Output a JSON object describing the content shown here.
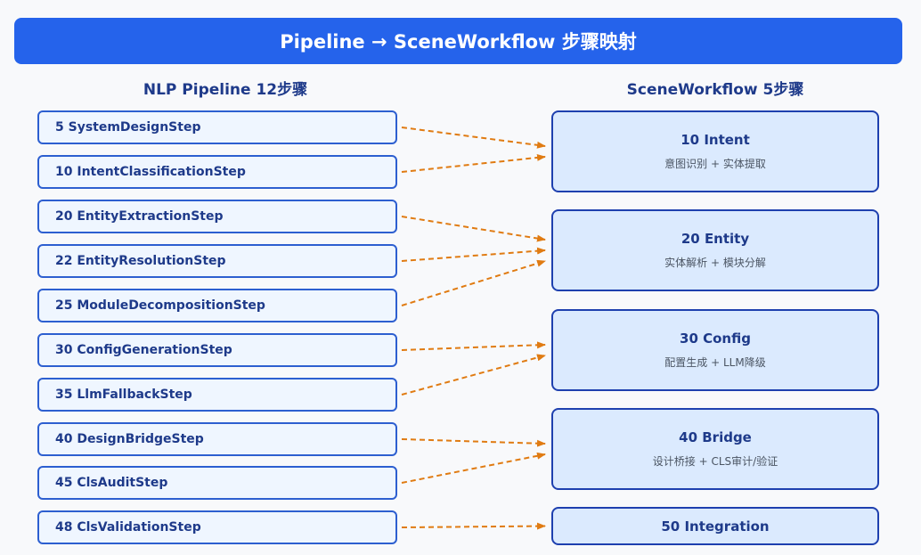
{
  "header": {
    "title": "Pipeline → SceneWorkflow 步骤映射"
  },
  "left_column": {
    "title": "NLP Pipeline 12步骤",
    "steps": [
      "5 SystemDesignStep",
      "10 IntentClassificationStep",
      "20 EntityExtractionStep",
      "22 EntityResolutionStep",
      "25 ModuleDecompositionStep",
      "30 ConfigGenerationStep",
      "35 LlmFallbackStep",
      "40 DesignBridgeStep",
      "45 ClsAuditStep",
      "48 ClsValidationStep"
    ]
  },
  "right_column": {
    "title": "SceneWorkflow 5步骤",
    "steps": [
      {
        "label": "10 Intent",
        "desc": "意图识别 + 实体提取"
      },
      {
        "label": "20 Entity",
        "desc": "实体解析 + 模块分解"
      },
      {
        "label": "30 Config",
        "desc": "配置生成 + LLM降级"
      },
      {
        "label": "40 Bridge",
        "desc": "设计桥接 + CLS审计/验证"
      },
      {
        "label": "50 Integration",
        "desc": ""
      }
    ]
  },
  "mapping": [
    {
      "from": 0,
      "to": 0
    },
    {
      "from": 1,
      "to": 0
    },
    {
      "from": 2,
      "to": 1
    },
    {
      "from": 3,
      "to": 1
    },
    {
      "from": 4,
      "to": 1
    },
    {
      "from": 5,
      "to": 2
    },
    {
      "from": 6,
      "to": 2
    },
    {
      "from": 7,
      "to": 3
    },
    {
      "from": 8,
      "to": 3
    },
    {
      "from": 9,
      "to": 4
    }
  ],
  "colors": {
    "banner": "#2563eb",
    "left_box_fill": "#eff6ff",
    "left_box_border": "#2d5fd0",
    "right_box_fill": "#dbeafe",
    "right_box_border": "#1e40af",
    "connector": "#e07b12",
    "title_text": "#1e3a8a"
  }
}
